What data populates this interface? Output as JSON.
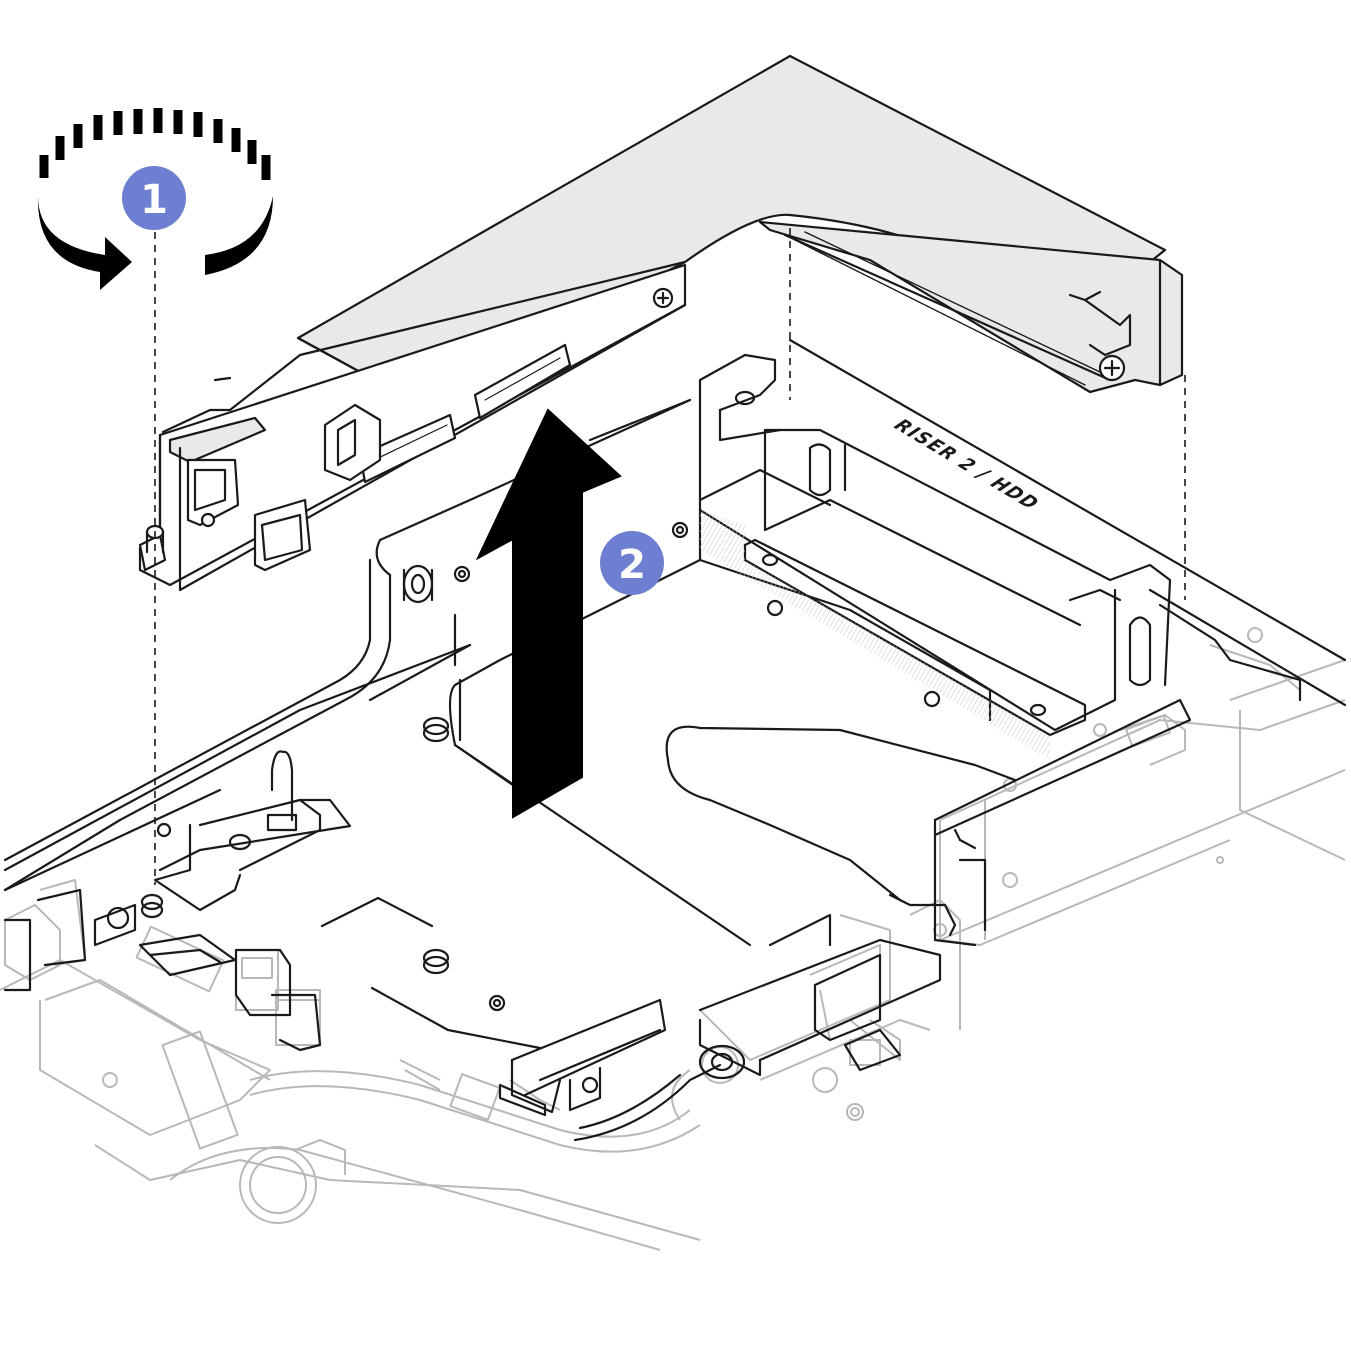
{
  "diagram": {
    "riser_label": "RISER 2 / HDD",
    "steps": [
      {
        "number": "1",
        "action": "rotate-screw-icon"
      },
      {
        "number": "2",
        "action": "lift-up-arrow-icon"
      }
    ]
  },
  "colors": {
    "badge": "#6e7fd2",
    "badge_text": "#ffffff",
    "line_dark": "#1a1a1a",
    "line_light": "#b8b8b8",
    "riser_fill": "#e9e9e9",
    "arrow": "#000000"
  }
}
